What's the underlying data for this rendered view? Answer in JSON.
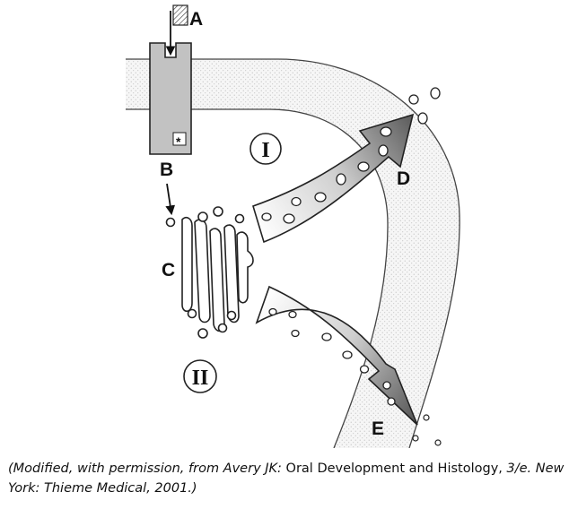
{
  "labels": {
    "a": "A",
    "b": "B",
    "c": "C",
    "d": "D",
    "e": "E",
    "pathway_1": "I",
    "pathway_2": "II",
    "star": "*"
  },
  "caption": {
    "part1": "(Modified, with permission, from Avery JK: ",
    "part2": "Oral Development and Histology,",
    "part3": " 3/e. New York: Thieme Medical, 2001.)"
  }
}
